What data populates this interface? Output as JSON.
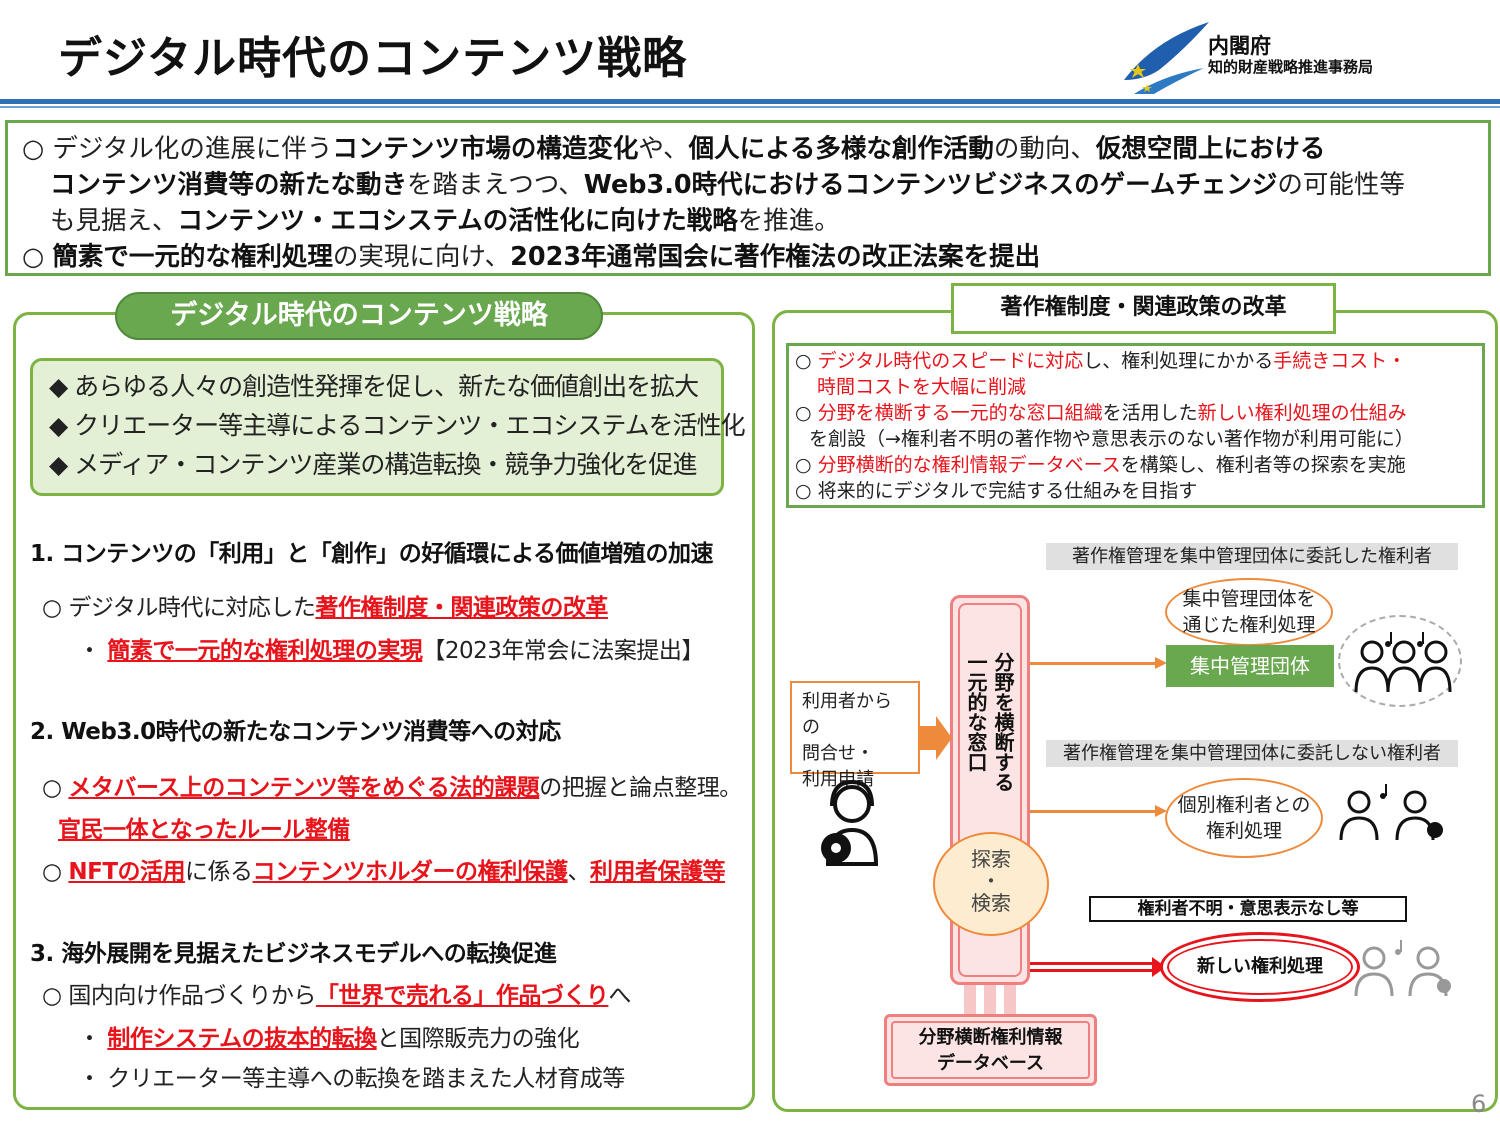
{
  "header": {
    "title": "デジタル時代のコンテンツ戦略",
    "org_line1": "内閣府",
    "org_line2": "知的財産戦略推進事務局"
  },
  "summary": {
    "line1": [
      "○ デジタル化の進展に伴う",
      "コンテンツ市場の構造変化",
      "や、",
      "個人による多様な創作活動",
      "の動向、",
      "仮想空間上における"
    ],
    "line2": [
      "コンテンツ消費等の新たな動き",
      "を踏まえつつ、",
      "Web3.0時代におけるコンテンツビジネスのゲームチェンジ",
      "の可能性等"
    ],
    "line3": [
      "も見据え、",
      "コンテンツ・エコシステムの活性化に向けた戦略",
      "を推進。"
    ],
    "line4": [
      "○ ",
      "簡素で一元的な権利処理",
      "の実現に向け、",
      "2023年通常国会に著作権法の改正法案を提出"
    ]
  },
  "left": {
    "pill": "デジタル時代のコンテンツ戦略",
    "goals": [
      "◆ あらゆる人々の創造性発揮を促し、新たな価値創出を拡大",
      "◆ クリエーター等主導によるコンテンツ・エコシステムを活性化",
      "◆  メディア・コンテンツ産業の構造転換・競争力強化を促進"
    ],
    "s1": {
      "heading": "1. コンテンツの「利用」と「創作」の好循環による価値増殖の加速",
      "item1": [
        "○ デジタル時代に対応した",
        "著作権制度・関連政策の改革"
      ],
      "item2": [
        "・ ",
        "簡素で一元的な権利処理の実現",
        "【2023年常会に法案提出】"
      ]
    },
    "s2": {
      "heading": "2. Web3.0時代の新たなコンテンツ消費等への対応",
      "item1": [
        "○ ",
        "メタバース上のコンテンツ等をめぐる法的課題",
        "の把握と論点整理。"
      ],
      "item1b": "官民一体となったルール整備",
      "item2": [
        "○ ",
        "NFTの活用",
        "に係る",
        "コンテンツホルダーの権利保護",
        "、",
        "利用者保護等"
      ]
    },
    "s3": {
      "heading": "3. 海外展開を見据えたビジネスモデルへの転換促進",
      "item1": [
        "○ 国内向け作品づくりから",
        "「世界で売れる」作品づくり",
        "へ"
      ],
      "item2": [
        "・ ",
        "制作システムの抜本的転換",
        "と国際販売力の強化"
      ],
      "item3": "・ クリエーター等主導への転換を踏まえた人材育成等"
    }
  },
  "right": {
    "tab": "著作権制度・関連政策の改革",
    "reform": {
      "l1": [
        "○ ",
        "デジタル時代のスピードに対応",
        "し、権利処理にかかる",
        "手続きコスト・"
      ],
      "l2": "時間コストを大幅に削減",
      "l3": [
        "○ ",
        "分野を横断する一元的な窓口組織",
        "を活用した",
        "新しい権利処理の仕組み"
      ],
      "l4": "を創設（→権利者不明の著作物や意思表示のない著作物が利用可能に）",
      "l5": [
        "○ ",
        "分野横断的な権利情報データベース",
        "を構築し、権利者等の探索を実施"
      ],
      "l6": "○ 将来的にデジタルで完結する仕組みを目指す"
    },
    "diagram": {
      "bar1": "著作権管理を集中管理団体に委託した権利者",
      "bar2": "著作権管理を集中管理団体に委託しない権利者",
      "user_box": [
        "利用者からの",
        "問合せ・",
        "利用申請"
      ],
      "window_col1": "分野を横断する",
      "window_col2": "一元的な窓口",
      "search": [
        "探索",
        "・",
        "検索"
      ],
      "oval1": [
        "集中管理団体を",
        "通じた権利処理"
      ],
      "org_box": "集中管理団体",
      "oval2": [
        "個別権利者との",
        "権利処理"
      ],
      "unknown_label": "権利者不明・意思表示なし等",
      "new_processing": "新しい権利処理",
      "db": [
        "分野横断権利情報",
        "データベース"
      ]
    }
  },
  "page_number": "6",
  "colors": {
    "accent_green": "#6aa84f",
    "red": "#e8141b",
    "orange": "#ee8a3c",
    "blue": "#2e6fb3",
    "pink": "#e8141b"
  }
}
